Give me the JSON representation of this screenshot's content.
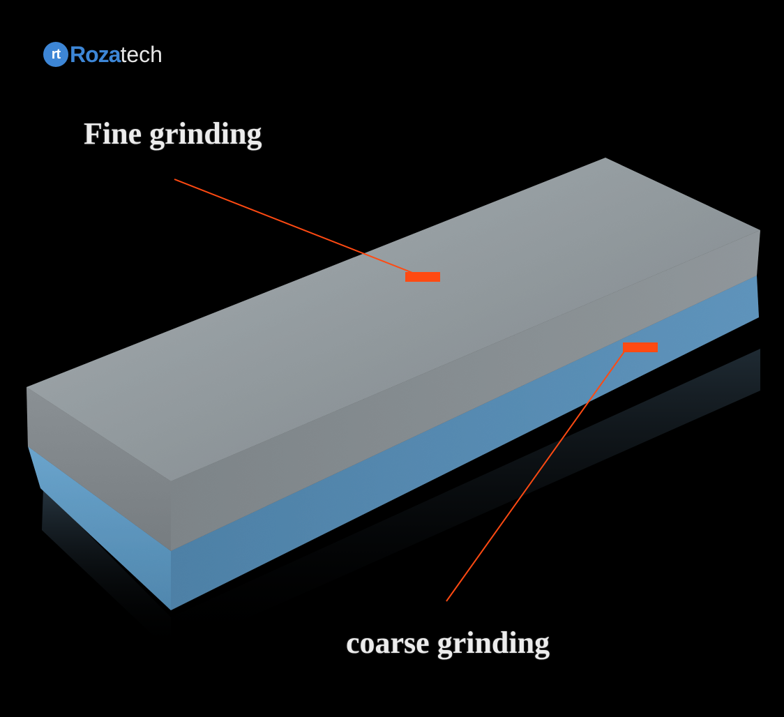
{
  "brand": {
    "badge_text": "rt",
    "name_strong": "Roza",
    "name_light": "tech"
  },
  "labels": {
    "fine": "Fine grinding",
    "coarse": "coarse grinding"
  },
  "colors": {
    "background": "#000000",
    "stone_fine": "#8c9397",
    "stone_coarse": "#5f97bf",
    "pointer": "#ff4a12",
    "brand_blue": "#3d86d6",
    "label_text": "#ececec"
  }
}
